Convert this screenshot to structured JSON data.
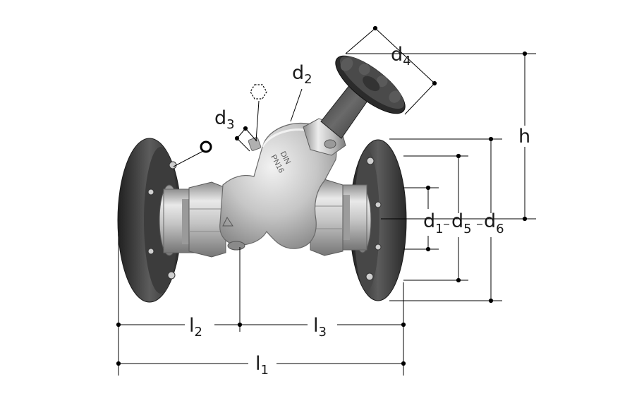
{
  "stamp": {
    "line1": "DIN",
    "line2": "PN16"
  },
  "labels": {
    "d1": {
      "base": "d",
      "sub": "1"
    },
    "d2": {
      "base": "d",
      "sub": "2"
    },
    "d3": {
      "base": "d",
      "sub": "3"
    },
    "d4": {
      "base": "d",
      "sub": "4"
    },
    "d5": {
      "base": "d",
      "sub": "5"
    },
    "d6": {
      "base": "d",
      "sub": "6"
    },
    "h": {
      "base": "h"
    },
    "l1": {
      "base": "l",
      "sub": "1"
    },
    "l2": {
      "base": "l",
      "sub": "2"
    },
    "l3": {
      "base": "l",
      "sub": "3"
    }
  },
  "colors": {
    "flange_dark": "#2e2e2e",
    "flange_mid": "#5a5a5a",
    "brass_light": "#e4e4e4",
    "brass_mid": "#b8b8b8",
    "brass_dark": "#7c7c7c",
    "dim_line": "#000000"
  },
  "symbols": {
    "allen_key": "hexagon-icon",
    "seal": "ring-icon"
  }
}
